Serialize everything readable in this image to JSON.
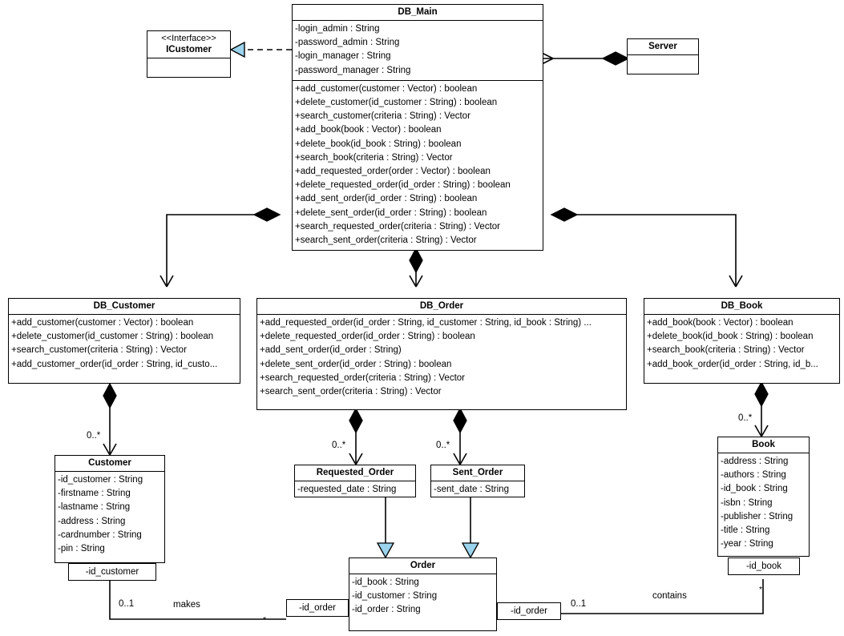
{
  "diagram": {
    "type": "uml-class-diagram",
    "title": "Library / Bookstore database class diagram",
    "colors": {
      "line": "#000000",
      "fill": "#ffffff",
      "generalization_arrow_fill": "#9BD3EC",
      "composition_diamond_fill": "#000000"
    }
  },
  "classes": {
    "icustomer": {
      "stereotype": "<<Interface>>",
      "name": "ICustomer",
      "attributes": [],
      "operations": []
    },
    "db_main": {
      "name": "DB_Main",
      "attributes": [
        "-login_admin : String",
        "-password_admin : String",
        "-login_manager : String",
        "-password_manager : String"
      ],
      "operations": [
        "+add_customer(customer : Vector) : boolean",
        "+delete_customer(id_customer : String) : boolean",
        "+search_customer(criteria : String) : Vector",
        "+add_book(book : Vector) : boolean",
        "+delete_book(id_book : String) : boolean",
        "+search_book(criteria : String) : Vector",
        "+add_requested_order(order : Vector) : boolean",
        "+delete_requested_order(id_order : String) : boolean",
        "+add_sent_order(id_order : String) : boolean",
        "+delete_sent_order(id_order : String) : boolean",
        "+search_requested_order(criteria : String) : Vector",
        "+search_sent_order(criteria : String) : Vector"
      ]
    },
    "server": {
      "name": "Server",
      "attributes": [],
      "operations": []
    },
    "db_customer": {
      "name": "DB_Customer",
      "operations": [
        "+add_customer(customer : Vector) : boolean",
        "+delete_customer(id_customer : String) : boolean",
        "+search_customer(criteria : String) : Vector",
        "+add_customer_order(id_order : String, id_custo..."
      ]
    },
    "db_order": {
      "name": "DB_Order",
      "operations": [
        "+add_requested_order(id_order : String, id_customer : String, id_book : String) ...",
        "+delete_requested_order(id_order : String) : boolean",
        "+add_sent_order(id_order : String)",
        "+delete_sent_order(id_order : String) : boolean",
        "+search_requested_order(criteria : String) : Vector",
        "+search_sent_order(criteria : String) : Vector"
      ]
    },
    "db_book": {
      "name": "DB_Book",
      "operations": [
        "+add_book(book : Vector) : boolean",
        "+delete_book(id_book : String) : boolean",
        "+search_book(criteria : String) : Vector",
        "+add_book_order(id_order : String, id_b..."
      ]
    },
    "customer": {
      "name": "Customer",
      "attributes": [
        "-id_customer : String",
        "-firstname : String",
        "-lastname : String",
        "-address : String",
        "-cardnumber : String",
        "-pin : String"
      ]
    },
    "requested_order": {
      "name": "Requested_Order",
      "attributes": [
        "-requested_date : String"
      ]
    },
    "sent_order": {
      "name": "Sent_Order",
      "attributes": [
        "-sent_date : String"
      ]
    },
    "book": {
      "name": "Book",
      "attributes": [
        "-address : String",
        "-authors : String",
        "-id_book : String",
        "-isbn : String",
        "-publisher : String",
        "-title : String",
        "-year : String"
      ]
    },
    "order": {
      "name": "Order",
      "attributes": [
        "-id_book : String",
        "-id_customer : String",
        "-id_order : String"
      ]
    }
  },
  "qualifiers": {
    "customer_id_customer": "-id_customer",
    "order_id_order_left": "-id_order",
    "order_id_order_right": "-id_order",
    "book_id_book": "-id_book"
  },
  "multiplicities": {
    "db_customer_to_customer": "0..*",
    "db_order_to_requested_order": "0..*",
    "db_order_to_sent_order": "0..*",
    "db_book_to_book": "0..*",
    "customer_makes": "0..1",
    "makes_star": "*",
    "order_contains": "0..1",
    "contains_star": "*"
  },
  "association_labels": {
    "makes": "makes",
    "contains": "contains"
  }
}
